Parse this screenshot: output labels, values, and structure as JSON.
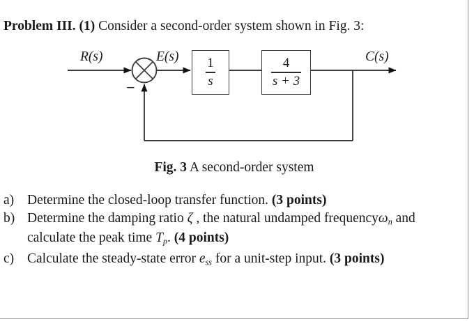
{
  "problem": {
    "lead": "Problem III. (1)",
    "statement": " Consider a second-order system shown in Fig. 3:"
  },
  "diagram": {
    "input_label": "R(s)",
    "error_label": "E(s)",
    "output_label": "C(s)",
    "sum_sign": "−",
    "sum_junction_name": "summing-junction",
    "blocks": [
      {
        "name": "integrator",
        "numerator": "1",
        "denominator": "s"
      },
      {
        "name": "plant",
        "numerator": "4",
        "denominator": "s + 3"
      }
    ],
    "feedback": "unity negative feedback",
    "line_color": "#3c3c3c"
  },
  "caption": {
    "figure_number": "Fig. 3",
    "figure_title": " A second-order system"
  },
  "questions": [
    {
      "marker": "a)",
      "text_before": "Determine the closed-loop transfer function. ",
      "points": "(3 points)",
      "text_after": ""
    },
    {
      "marker": "b)",
      "line1_part1": "Determine the damping ratio  ",
      "line1_symbol1": "ζ",
      "line1_part2": " , the natural undamped frequency",
      "line1_symbol2": "ω",
      "line1_symbol2_sub": "n",
      "line1_part3": "  and",
      "line2_part1": "calculate the peak time  ",
      "line2_symbol": "T",
      "line2_symbol_sub": "p",
      "line2_part2": ". ",
      "points": "(4 points)"
    },
    {
      "marker": "c)",
      "text_before": "Calculate the steady-state error  ",
      "symbol": "e",
      "symbol_sub": "ss",
      "text_mid": "  for a unit-step input. ",
      "points": "(3 points)"
    }
  ]
}
